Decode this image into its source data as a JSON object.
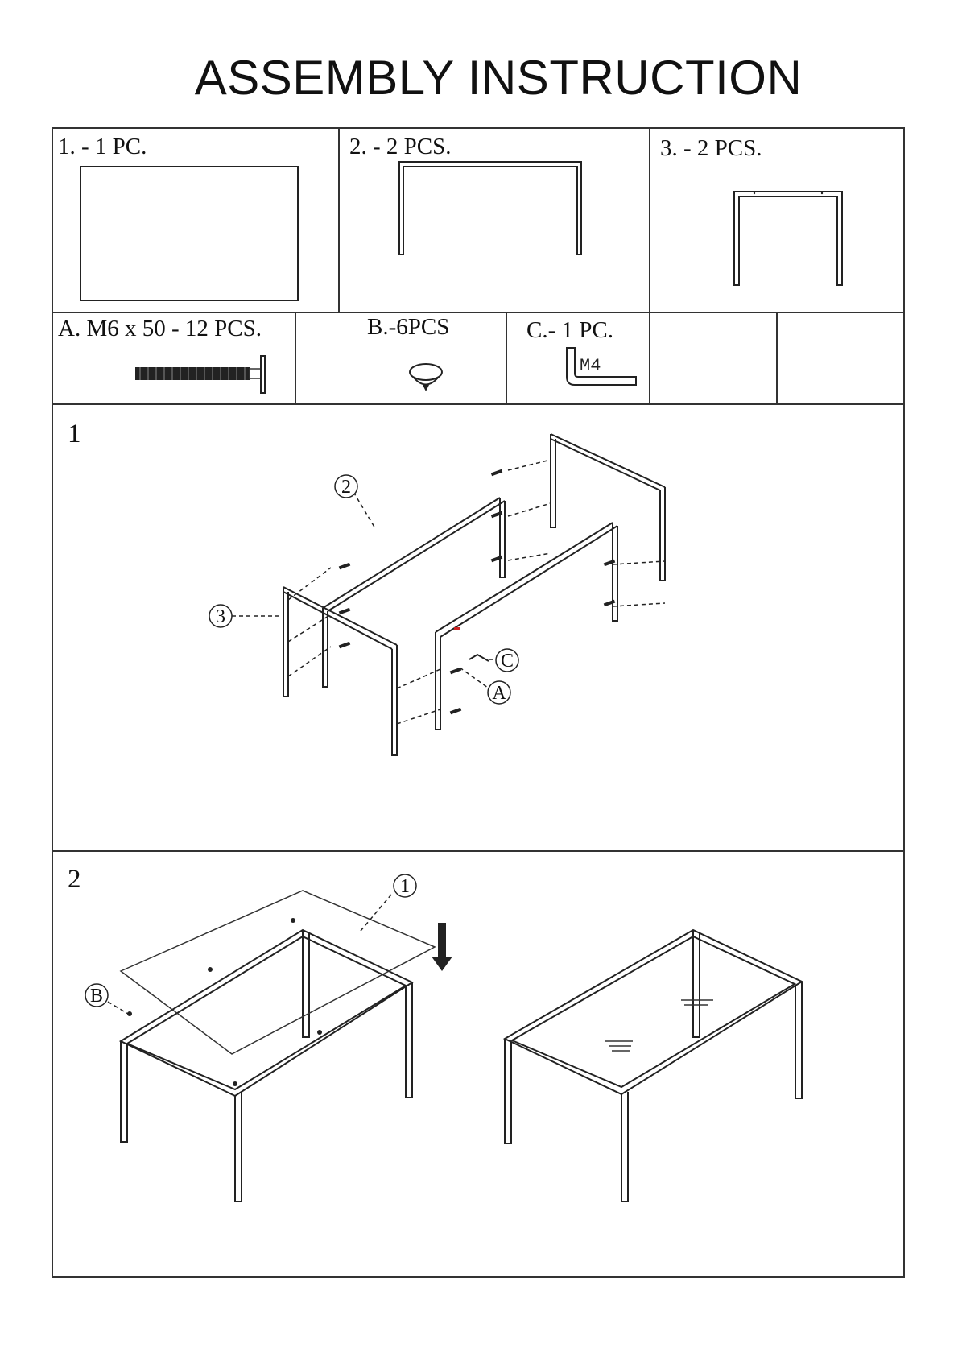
{
  "title": "ASSEMBLY INSTRUCTION",
  "parts": [
    {
      "label": "1.  - 1 PC."
    },
    {
      "label": "2.  - 2 PCS."
    },
    {
      "label": "3.  - 2 PCS."
    }
  ],
  "hardware": [
    {
      "label": "A. M6 x 50 - 12 PCS."
    },
    {
      "label": "B.-6PCS"
    },
    {
      "label": "C.- 1 PC."
    }
  ],
  "tool_text": "M4",
  "steps": [
    {
      "number": "1",
      "callouts": [
        "2",
        "3",
        "C",
        "A"
      ]
    },
    {
      "number": "2",
      "callouts": [
        "1",
        "B"
      ]
    }
  ],
  "colors": {
    "line": "#222222",
    "accent": "#cc2222"
  }
}
